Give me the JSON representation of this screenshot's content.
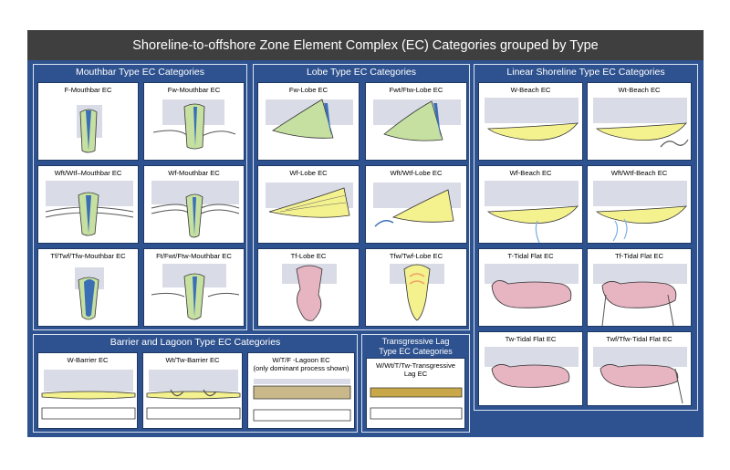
{
  "title": "Shoreline-to-offshore Zone Element Complex (EC) Categories grouped by Type",
  "panels": {
    "mouthbar": {
      "title": "Mouthbar Type EC Categories",
      "cells": [
        "F-Mouthbar EC",
        "Fw-Mouthbar EC",
        "Wft/Wtf–Mouthbar EC",
        "Wf-Mouthbar EC",
        "Tf/Twf/Tfw-Mouthbar EC",
        "Ft/Fwt/Ftw-Mouthbar EC"
      ]
    },
    "lobe": {
      "title": "Lobe Type EC Categories",
      "cells": [
        "Fw-Lobe EC",
        "Fwt/Ftw-Lobe EC",
        "Wf-Lobe EC",
        "Wft/Wtf-Lobe EC",
        "Tf-Lobe EC",
        "Tfw/Twf-Lobe EC"
      ]
    },
    "linear": {
      "title": "Linear Shoreline Type EC Categories",
      "cells": [
        "W-Beach EC",
        "Wt-Beach EC",
        "Wf-Beach EC",
        "Wft/Wtf-Beach EC",
        "T-Tidal Flat EC",
        "Tf-Tidal Flat EC",
        "Tw-Tidal Flat EC",
        "Twf/Tfw-Tidal Flat EC"
      ]
    },
    "barrier": {
      "title": "Barrier and Lagoon Type EC Categories",
      "cells": [
        "W-Barrier EC",
        "Wt/Tw-Barrier EC",
        "W/T/F -Lagoon EC\n(only dominant process shown)"
      ]
    },
    "lag": {
      "title": "Transgressive Lag\nType EC Categories",
      "cells": [
        "W/Wt/T/Tw-Transgressive\nLag EC"
      ]
    }
  },
  "colors": {
    "background": "#2e528f",
    "title_bar": "#3f3f3f",
    "sand": "#f4f18f",
    "channel": "#3a6fb6",
    "bar_green": "#c6e0a2",
    "mud_pink": "#e7b4c2",
    "lag_brown": "#c9b88a",
    "water_grey": "#d9dce6"
  }
}
